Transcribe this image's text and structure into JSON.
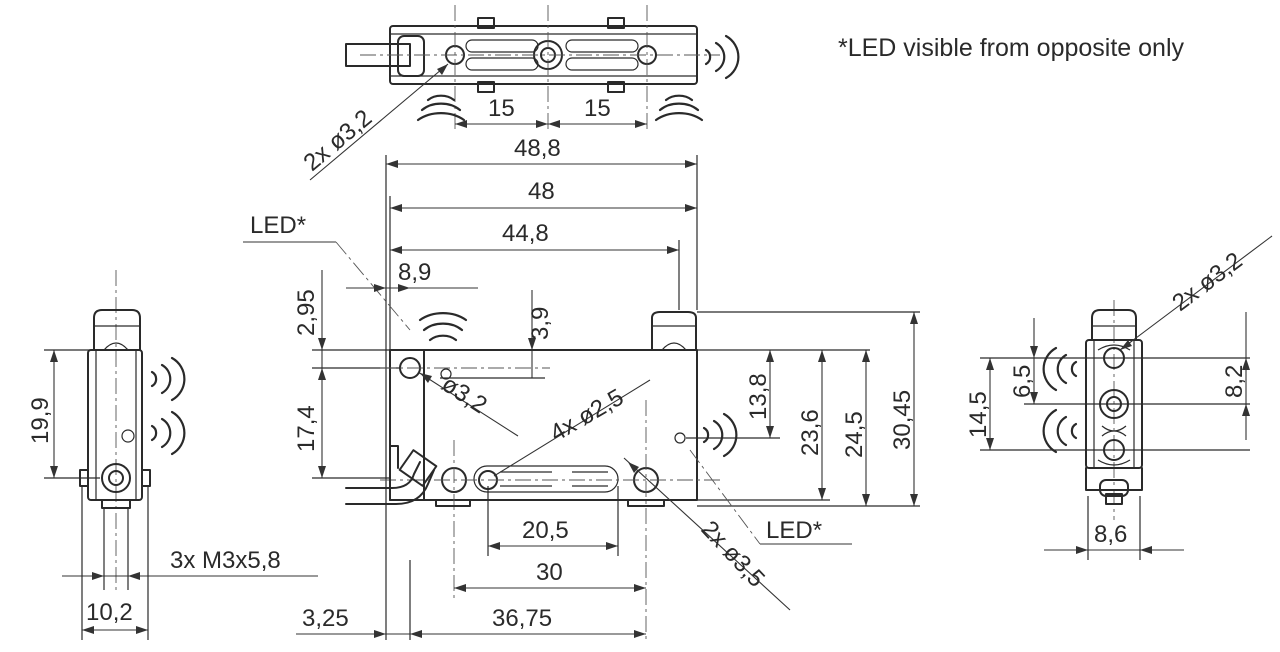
{
  "note": "*LED visible from opposite only",
  "led_label": "LED*",
  "top_view": {
    "holes": "2x ø3,2",
    "pitch_left": "15",
    "pitch_right": "15"
  },
  "front_view": {
    "overall_length": "48,8",
    "body_length": "48",
    "inner_length": "44,8",
    "led_offset": "8,9",
    "top_offset": "2,95",
    "led_height": "3,9",
    "left_height": "17,4",
    "hole_dia": "ø3,2",
    "slot_holes": "4x ø2,5",
    "right_led_height": "13,8",
    "height_a": "23,6",
    "height_b": "24,5",
    "overall_height": "30,45",
    "slot_spacing": "20,5",
    "hole_spacing": "30",
    "bottom_holes": "2x ø3,5",
    "left_offset": "3,25",
    "base_length": "36,75"
  },
  "left_view": {
    "height": "19,9",
    "thread": "3x M3x5,8",
    "width": "10,2"
  },
  "right_view": {
    "holes": "2x ø3,2",
    "dim_a": "6,5",
    "dim_b": "14,5",
    "dim_c": "8,2",
    "width": "8,6"
  }
}
